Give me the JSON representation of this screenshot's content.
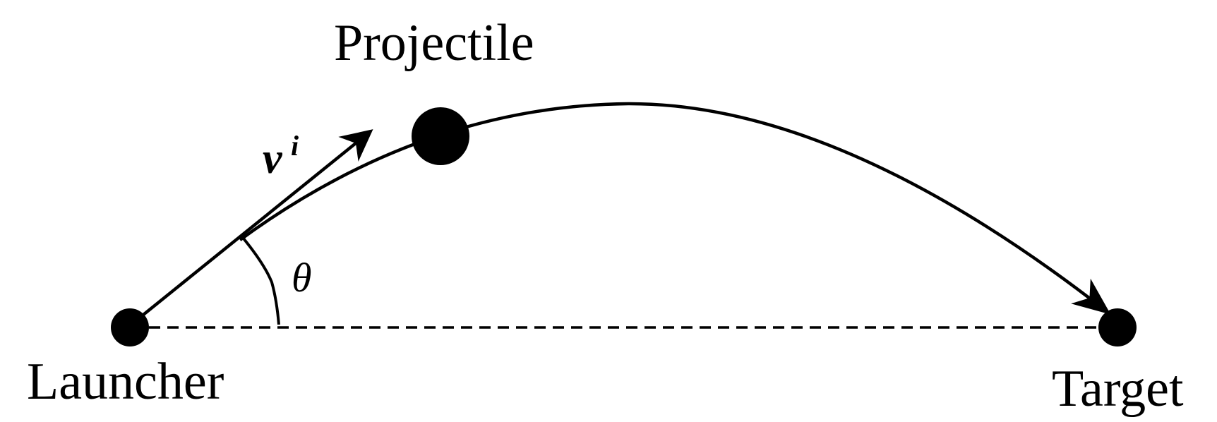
{
  "labels": {
    "projectile": "Projectile",
    "launcher": "Launcher",
    "target": "Target",
    "angle": "θ",
    "velocity": "v",
    "velocity_superscript": "i"
  },
  "colors": {
    "stroke": "#000000",
    "background": "#ffffff"
  }
}
